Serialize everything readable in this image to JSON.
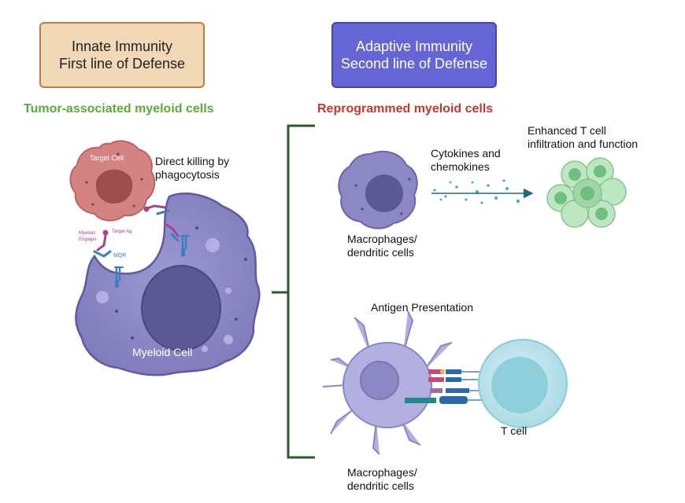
{
  "innate_box": {
    "line1": "Innate Immunity",
    "line2": "First line of Defense"
  },
  "adaptive_box": {
    "line1": "Adaptive Immunity",
    "line2": "Second line of Defense"
  },
  "left_heading": "Tumor-associated myeloid cells",
  "right_heading": "Reprogrammed myeloid cells",
  "left_panel": {
    "target_cell": "Target Cell",
    "direct_killing": [
      "Direct killing by",
      "phagocytosis"
    ],
    "myeloid_engager": [
      "Myeloid",
      "Engager"
    ],
    "target_ag": "Target Ag",
    "mqr": "MQR",
    "myeloid_cell": "Myeloid Cell"
  },
  "right_panel": {
    "macrophage_top": [
      "Macrophages/",
      "dendritic cells"
    ],
    "cytokines": [
      "Cytokines and",
      "chemokines"
    ],
    "enhanced": [
      "Enhanced T cell",
      "infiltration and function"
    ],
    "antigen_presentation": "Antigen Presentation",
    "t_cell": "T cell",
    "macrophage_bottom": [
      "Macrophages/",
      "dendritic cells"
    ]
  },
  "colors": {
    "innate_fill": "#f1d8b6",
    "innate_border": "#c07a46",
    "adaptive_fill": "#6565d6",
    "green_heading": "#5aaa3a",
    "red_heading": "#c0392b",
    "bracket": "#2f5a2f",
    "myeloid": "#8c88c4",
    "nucleus": "#5b5895",
    "target": "#d07a7a",
    "tcell": "#bfe3ec",
    "cluster": "#a9dbb0",
    "arrow": "#1a6d78"
  }
}
